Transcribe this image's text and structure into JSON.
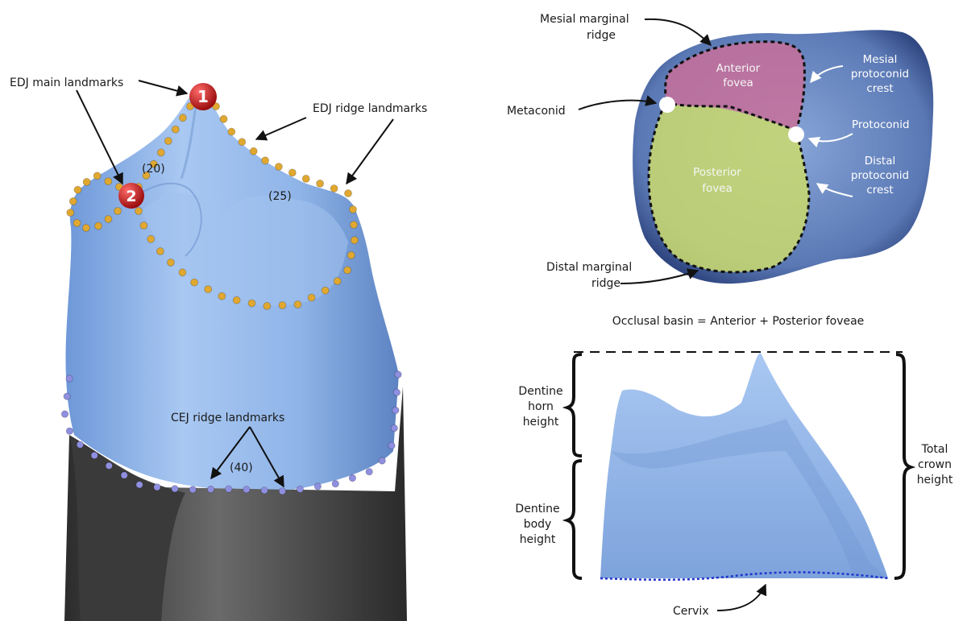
{
  "left_panel": {
    "edj_main_label": "EDJ main landmarks",
    "edj_ridge_label": "EDJ ridge landmarks",
    "cej_ridge_label": "CEJ ridge landmarks",
    "marker_1": "1",
    "marker_2": "2",
    "count_20": "(20)",
    "count_25": "(25)",
    "count_40": "(40)"
  },
  "occlusal_panel": {
    "mesial_marginal_ridge": [
      "Mesial marginal",
      "ridge"
    ],
    "anterior_fovea": [
      "Anterior",
      "fovea"
    ],
    "posterior_fovea": [
      "Posterior",
      "fovea"
    ],
    "metaconid": "Metaconid",
    "protoconid": "Protoconid",
    "mesial_protoconid_crest": [
      "Mesial",
      "protoconid",
      "crest"
    ],
    "distal_protoconid_crest": [
      "Distal",
      "protoconid",
      "crest"
    ],
    "distal_marginal_ridge": [
      "Distal marginal",
      "ridge"
    ],
    "caption": "Occlusal basin = Anterior + Posterior foveae"
  },
  "side_panel": {
    "dentine_horn_height": [
      "Dentine",
      "horn",
      "height"
    ],
    "dentine_body_height": [
      "Dentine",
      "body",
      "height"
    ],
    "total_crown_height": [
      "Total",
      "crown",
      "height"
    ],
    "cervix": "Cervix"
  },
  "colors": {
    "dentine_blue": "#8fb4e8",
    "root_gray": "#4a4a4a",
    "edj_landmark": "#e0a830",
    "cej_landmark": "#8f8fe0",
    "main_landmark": "#c01818",
    "anterior_fovea": "#c8709a",
    "posterior_fovea": "#c8d870",
    "occlusal_blue": "#6f8fc8"
  }
}
